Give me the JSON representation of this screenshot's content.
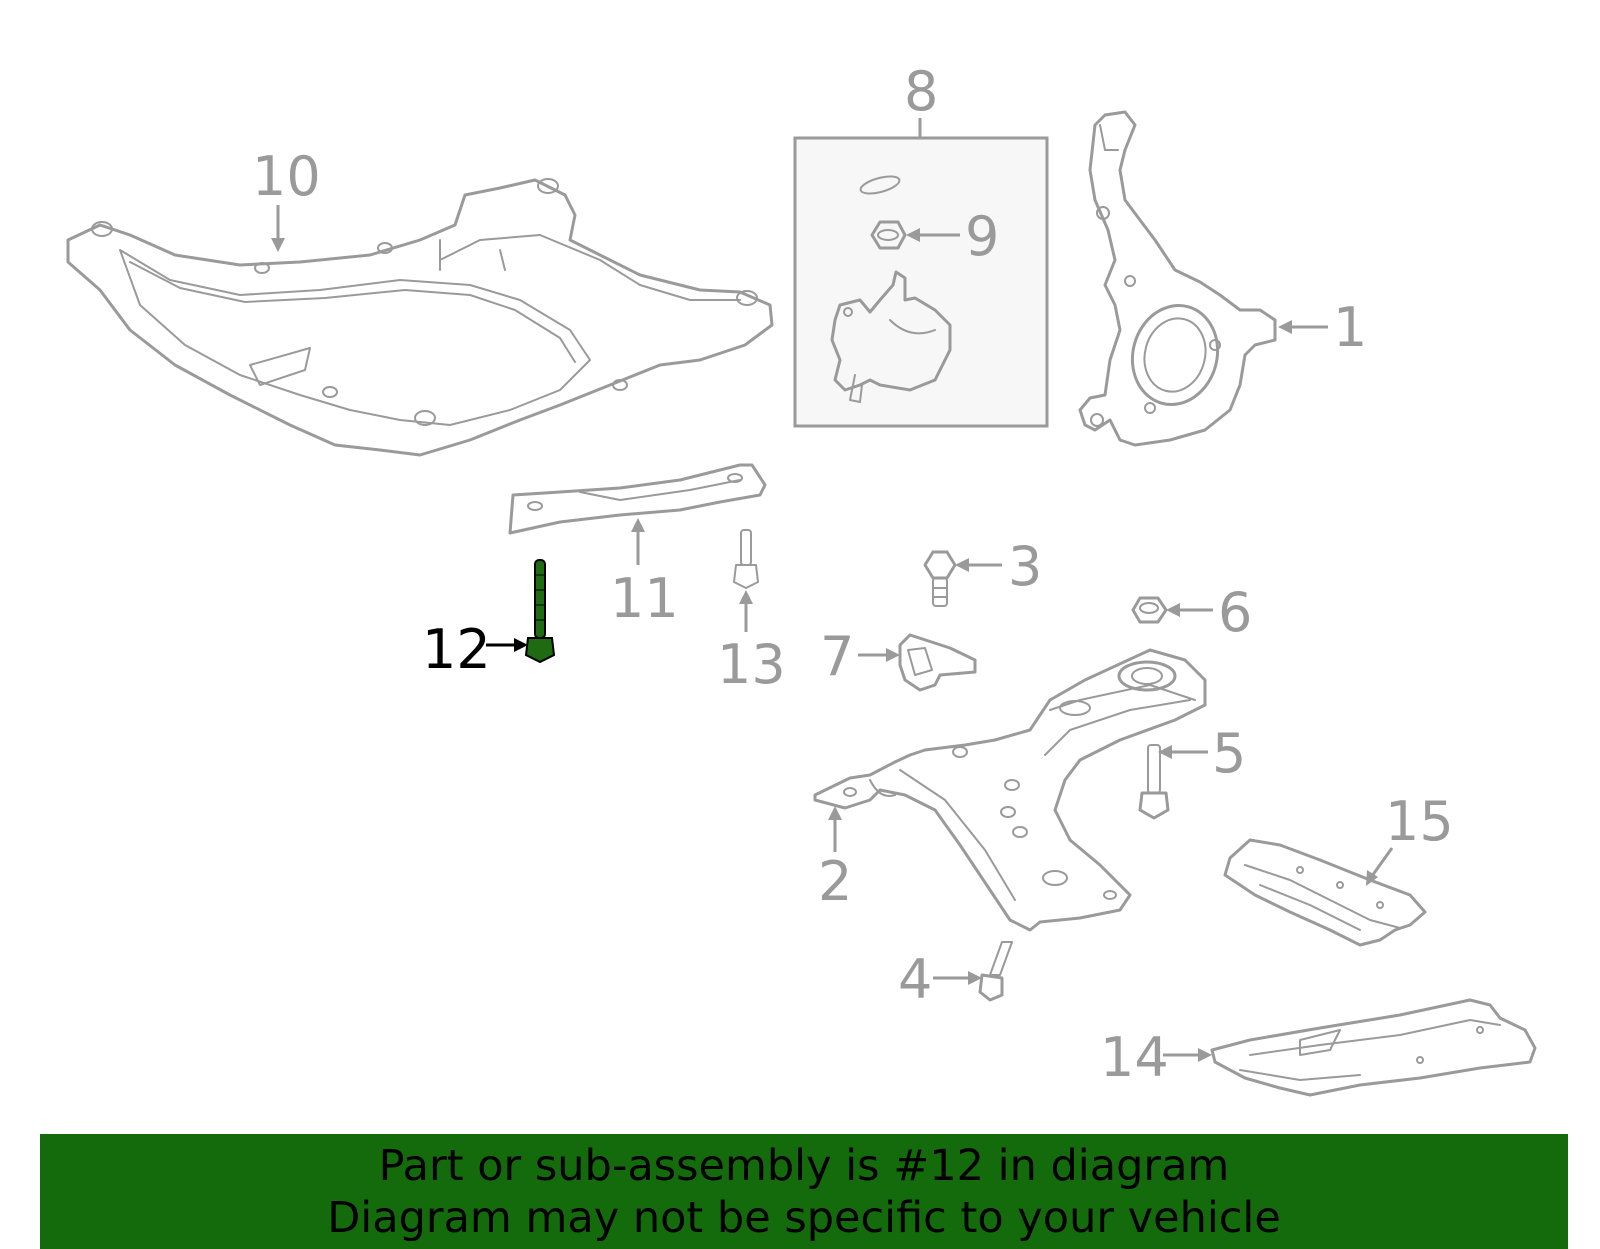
{
  "diagram": {
    "highlighted_part": "12",
    "highlight_color": "#1e6b12",
    "part_color": "#9a9a9a",
    "callouts": [
      "1",
      "2",
      "3",
      "4",
      "5",
      "6",
      "7",
      "8",
      "9",
      "10",
      "11",
      "12",
      "13",
      "14",
      "15"
    ]
  },
  "banner": {
    "line1": "Part or sub-assembly is #12 in diagram",
    "line2": "Diagram may not be specific to your vehicle",
    "background": "#146b0c"
  }
}
